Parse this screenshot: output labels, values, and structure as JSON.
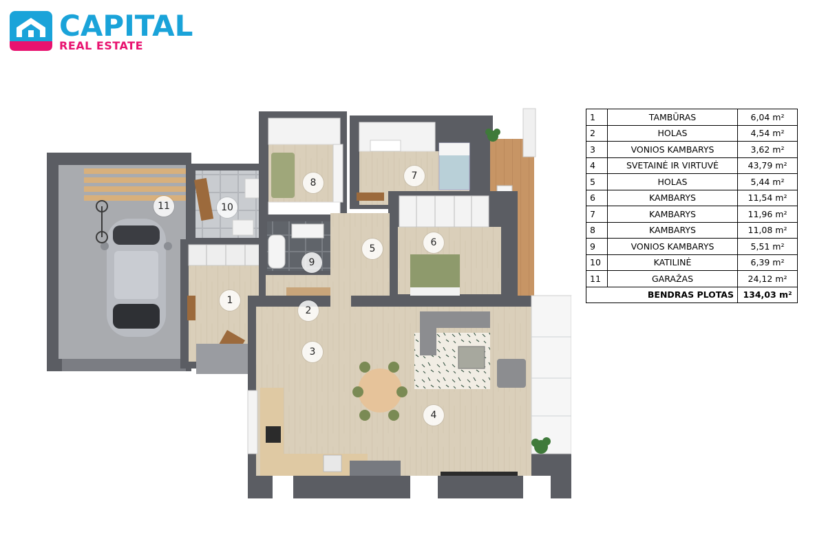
{
  "logo": {
    "name": "CAPITAL",
    "subtitle": "REAL ESTATE",
    "brand_color": "#1aa3d9",
    "accent_color": "#e8126f"
  },
  "plan": {
    "room_numbers": [
      "1",
      "2",
      "3",
      "4",
      "5",
      "6",
      "7",
      "8",
      "9",
      "10",
      "11"
    ]
  },
  "area_table": {
    "rows": [
      {
        "no": "1",
        "name": "TAMBŪRAS",
        "area": "6,04 m²"
      },
      {
        "no": "2",
        "name": "HOLAS",
        "area": "4,54 m²"
      },
      {
        "no": "3",
        "name": "VONIOS KAMBARYS",
        "area": "3,62 m²"
      },
      {
        "no": "4",
        "name": "SVETAINĖ IR VIRTUVĖ",
        "area": "43,79 m²"
      },
      {
        "no": "5",
        "name": "HOLAS",
        "area": "5,44 m²"
      },
      {
        "no": "6",
        "name": "KAMBARYS",
        "area": "11,54 m²"
      },
      {
        "no": "7",
        "name": "KAMBARYS",
        "area": "11,96 m²"
      },
      {
        "no": "8",
        "name": "KAMBARYS",
        "area": "11,08 m²"
      },
      {
        "no": "9",
        "name": "VONIOS KAMBARYS",
        "area": "5,51 m²"
      },
      {
        "no": "10",
        "name": "KATILINĖ",
        "area": "6,39 m²"
      },
      {
        "no": "11",
        "name": "GARAŽAS",
        "area": "24,12 m²"
      }
    ],
    "total_label": "BENDRAS PLOTAS",
    "total_area": "134,03 m²"
  },
  "colors": {
    "wall": "#5b5d63",
    "floor_wood": "#d8ccb6",
    "floor_garage": "#a7a9ad",
    "floor_tile": "#5f6266",
    "deck_wood": "#c9986a"
  }
}
